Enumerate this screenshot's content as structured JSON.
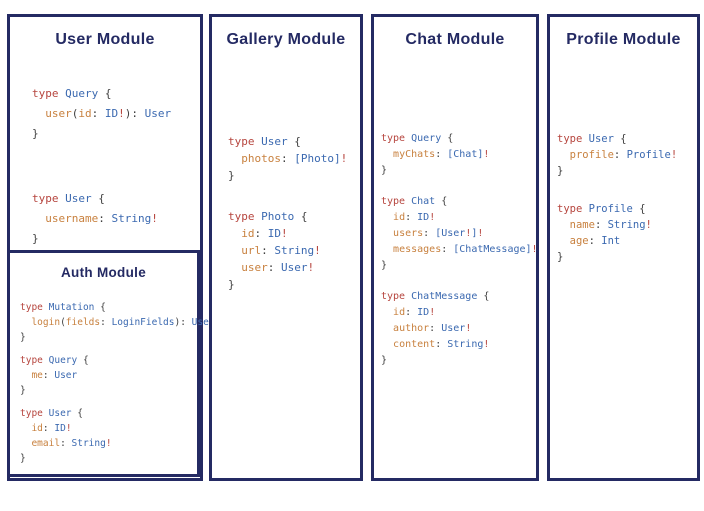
{
  "palette": {
    "navy": "#242a63",
    "keyword_red": "#b6453e",
    "type_blue": "#3b69b0",
    "field_orange": "#c8813f",
    "punct_dark": "#404040",
    "background": "#ffffff"
  },
  "modules": {
    "user": {
      "title": "User Module",
      "blocks": [
        [
          [
            [
              "k",
              "type"
            ],
            [
              "p",
              " "
            ],
            [
              "t",
              "Query"
            ],
            [
              "p",
              " {"
            ]
          ],
          [
            [
              "p",
              "  "
            ],
            [
              "f",
              "user"
            ],
            [
              "p",
              "("
            ],
            [
              "f",
              "id"
            ],
            [
              "p",
              ": "
            ],
            [
              "t",
              "ID"
            ],
            [
              "k",
              "!"
            ],
            [
              "p",
              "): "
            ],
            [
              "t",
              "User"
            ]
          ],
          [
            [
              "p",
              "}"
            ]
          ]
        ],
        [
          [
            [
              "k",
              "type"
            ],
            [
              "p",
              " "
            ],
            [
              "t",
              "User"
            ],
            [
              "p",
              " {"
            ]
          ],
          [
            [
              "p",
              "  "
            ],
            [
              "f",
              "username"
            ],
            [
              "p",
              ": "
            ],
            [
              "t",
              "String"
            ],
            [
              "k",
              "!"
            ]
          ],
          [
            [
              "p",
              "}"
            ]
          ]
        ]
      ]
    },
    "auth": {
      "title": "Auth Module",
      "blocks": [
        [
          [
            [
              "k",
              "type"
            ],
            [
              "p",
              " "
            ],
            [
              "t",
              "Mutation"
            ],
            [
              "p",
              " {"
            ]
          ],
          [
            [
              "p",
              "  "
            ],
            [
              "f",
              "login"
            ],
            [
              "p",
              "("
            ],
            [
              "f",
              "fields"
            ],
            [
              "p",
              ": "
            ],
            [
              "t",
              "LoginFields"
            ],
            [
              "p",
              "): "
            ],
            [
              "t",
              "User"
            ]
          ],
          [
            [
              "p",
              "}"
            ]
          ]
        ],
        [
          [
            [
              "k",
              "type"
            ],
            [
              "p",
              " "
            ],
            [
              "t",
              "Query"
            ],
            [
              "p",
              " {"
            ]
          ],
          [
            [
              "p",
              "  "
            ],
            [
              "f",
              "me"
            ],
            [
              "p",
              ": "
            ],
            [
              "t",
              "User"
            ]
          ],
          [
            [
              "p",
              "}"
            ]
          ]
        ],
        [
          [
            [
              "k",
              "type"
            ],
            [
              "p",
              " "
            ],
            [
              "t",
              "User"
            ],
            [
              "p",
              " {"
            ]
          ],
          [
            [
              "p",
              "  "
            ],
            [
              "f",
              "id"
            ],
            [
              "p",
              ": "
            ],
            [
              "t",
              "ID"
            ],
            [
              "k",
              "!"
            ]
          ],
          [
            [
              "p",
              "  "
            ],
            [
              "f",
              "email"
            ],
            [
              "p",
              ": "
            ],
            [
              "t",
              "String"
            ],
            [
              "k",
              "!"
            ]
          ],
          [
            [
              "p",
              "}"
            ]
          ]
        ]
      ]
    },
    "gallery": {
      "title": "Gallery Module",
      "blocks": [
        [
          [
            [
              "k",
              "type"
            ],
            [
              "p",
              " "
            ],
            [
              "t",
              "User"
            ],
            [
              "p",
              " {"
            ]
          ],
          [
            [
              "p",
              "  "
            ],
            [
              "f",
              "photos"
            ],
            [
              "p",
              ": "
            ],
            [
              "t",
              "[Photo]"
            ],
            [
              "k",
              "!"
            ]
          ],
          [
            [
              "p",
              "}"
            ]
          ]
        ],
        [
          [
            [
              "k",
              "type"
            ],
            [
              "p",
              " "
            ],
            [
              "t",
              "Photo"
            ],
            [
              "p",
              " {"
            ]
          ],
          [
            [
              "p",
              "  "
            ],
            [
              "f",
              "id"
            ],
            [
              "p",
              ": "
            ],
            [
              "t",
              "ID"
            ],
            [
              "k",
              "!"
            ]
          ],
          [
            [
              "p",
              "  "
            ],
            [
              "f",
              "url"
            ],
            [
              "p",
              ": "
            ],
            [
              "t",
              "String"
            ],
            [
              "k",
              "!"
            ]
          ],
          [
            [
              "p",
              "  "
            ],
            [
              "f",
              "user"
            ],
            [
              "p",
              ": "
            ],
            [
              "t",
              "User"
            ],
            [
              "k",
              "!"
            ]
          ],
          [
            [
              "p",
              "}"
            ]
          ]
        ]
      ]
    },
    "chat": {
      "title": "Chat Module",
      "blocks": [
        [
          [
            [
              "k",
              "type"
            ],
            [
              "p",
              " "
            ],
            [
              "t",
              "Query"
            ],
            [
              "p",
              " {"
            ]
          ],
          [
            [
              "p",
              "  "
            ],
            [
              "f",
              "myChats"
            ],
            [
              "p",
              ": "
            ],
            [
              "t",
              "[Chat]"
            ],
            [
              "k",
              "!"
            ]
          ],
          [
            [
              "p",
              "}"
            ]
          ]
        ],
        [
          [
            [
              "k",
              "type"
            ],
            [
              "p",
              " "
            ],
            [
              "t",
              "Chat"
            ],
            [
              "p",
              " {"
            ]
          ],
          [
            [
              "p",
              "  "
            ],
            [
              "f",
              "id"
            ],
            [
              "p",
              ": "
            ],
            [
              "t",
              "ID"
            ],
            [
              "k",
              "!"
            ]
          ],
          [
            [
              "p",
              "  "
            ],
            [
              "f",
              "users"
            ],
            [
              "p",
              ": "
            ],
            [
              "t",
              "[User"
            ],
            [
              "k",
              "!"
            ],
            [
              "t",
              "]"
            ],
            [
              "k",
              "!"
            ]
          ],
          [
            [
              "p",
              "  "
            ],
            [
              "f",
              "messages"
            ],
            [
              "p",
              ": "
            ],
            [
              "t",
              "[ChatMessage]"
            ],
            [
              "k",
              "!"
            ]
          ],
          [
            [
              "p",
              "}"
            ]
          ]
        ],
        [
          [
            [
              "k",
              "type"
            ],
            [
              "p",
              " "
            ],
            [
              "t",
              "ChatMessage"
            ],
            [
              "p",
              " {"
            ]
          ],
          [
            [
              "p",
              "  "
            ],
            [
              "f",
              "id"
            ],
            [
              "p",
              ": "
            ],
            [
              "t",
              "ID"
            ],
            [
              "k",
              "!"
            ]
          ],
          [
            [
              "p",
              "  "
            ],
            [
              "f",
              "author"
            ],
            [
              "p",
              ": "
            ],
            [
              "t",
              "User"
            ],
            [
              "k",
              "!"
            ]
          ],
          [
            [
              "p",
              "  "
            ],
            [
              "f",
              "content"
            ],
            [
              "p",
              ": "
            ],
            [
              "t",
              "String"
            ],
            [
              "k",
              "!"
            ]
          ],
          [
            [
              "p",
              "}"
            ]
          ]
        ]
      ]
    },
    "profile": {
      "title": "Profile Module",
      "blocks": [
        [
          [
            [
              "k",
              "type"
            ],
            [
              "p",
              " "
            ],
            [
              "t",
              "User"
            ],
            [
              "p",
              " {"
            ]
          ],
          [
            [
              "p",
              "  "
            ],
            [
              "f",
              "profile"
            ],
            [
              "p",
              ": "
            ],
            [
              "t",
              "Profile"
            ],
            [
              "k",
              "!"
            ]
          ],
          [
            [
              "p",
              "}"
            ]
          ]
        ],
        [
          [
            [
              "k",
              "type"
            ],
            [
              "p",
              " "
            ],
            [
              "t",
              "Profile"
            ],
            [
              "p",
              " {"
            ]
          ],
          [
            [
              "p",
              "  "
            ],
            [
              "f",
              "name"
            ],
            [
              "p",
              ": "
            ],
            [
              "t",
              "String"
            ],
            [
              "k",
              "!"
            ]
          ],
          [
            [
              "p",
              "  "
            ],
            [
              "f",
              "age"
            ],
            [
              "p",
              ": "
            ],
            [
              "t",
              "Int"
            ]
          ],
          [
            [
              "p",
              "}"
            ]
          ]
        ]
      ]
    }
  }
}
